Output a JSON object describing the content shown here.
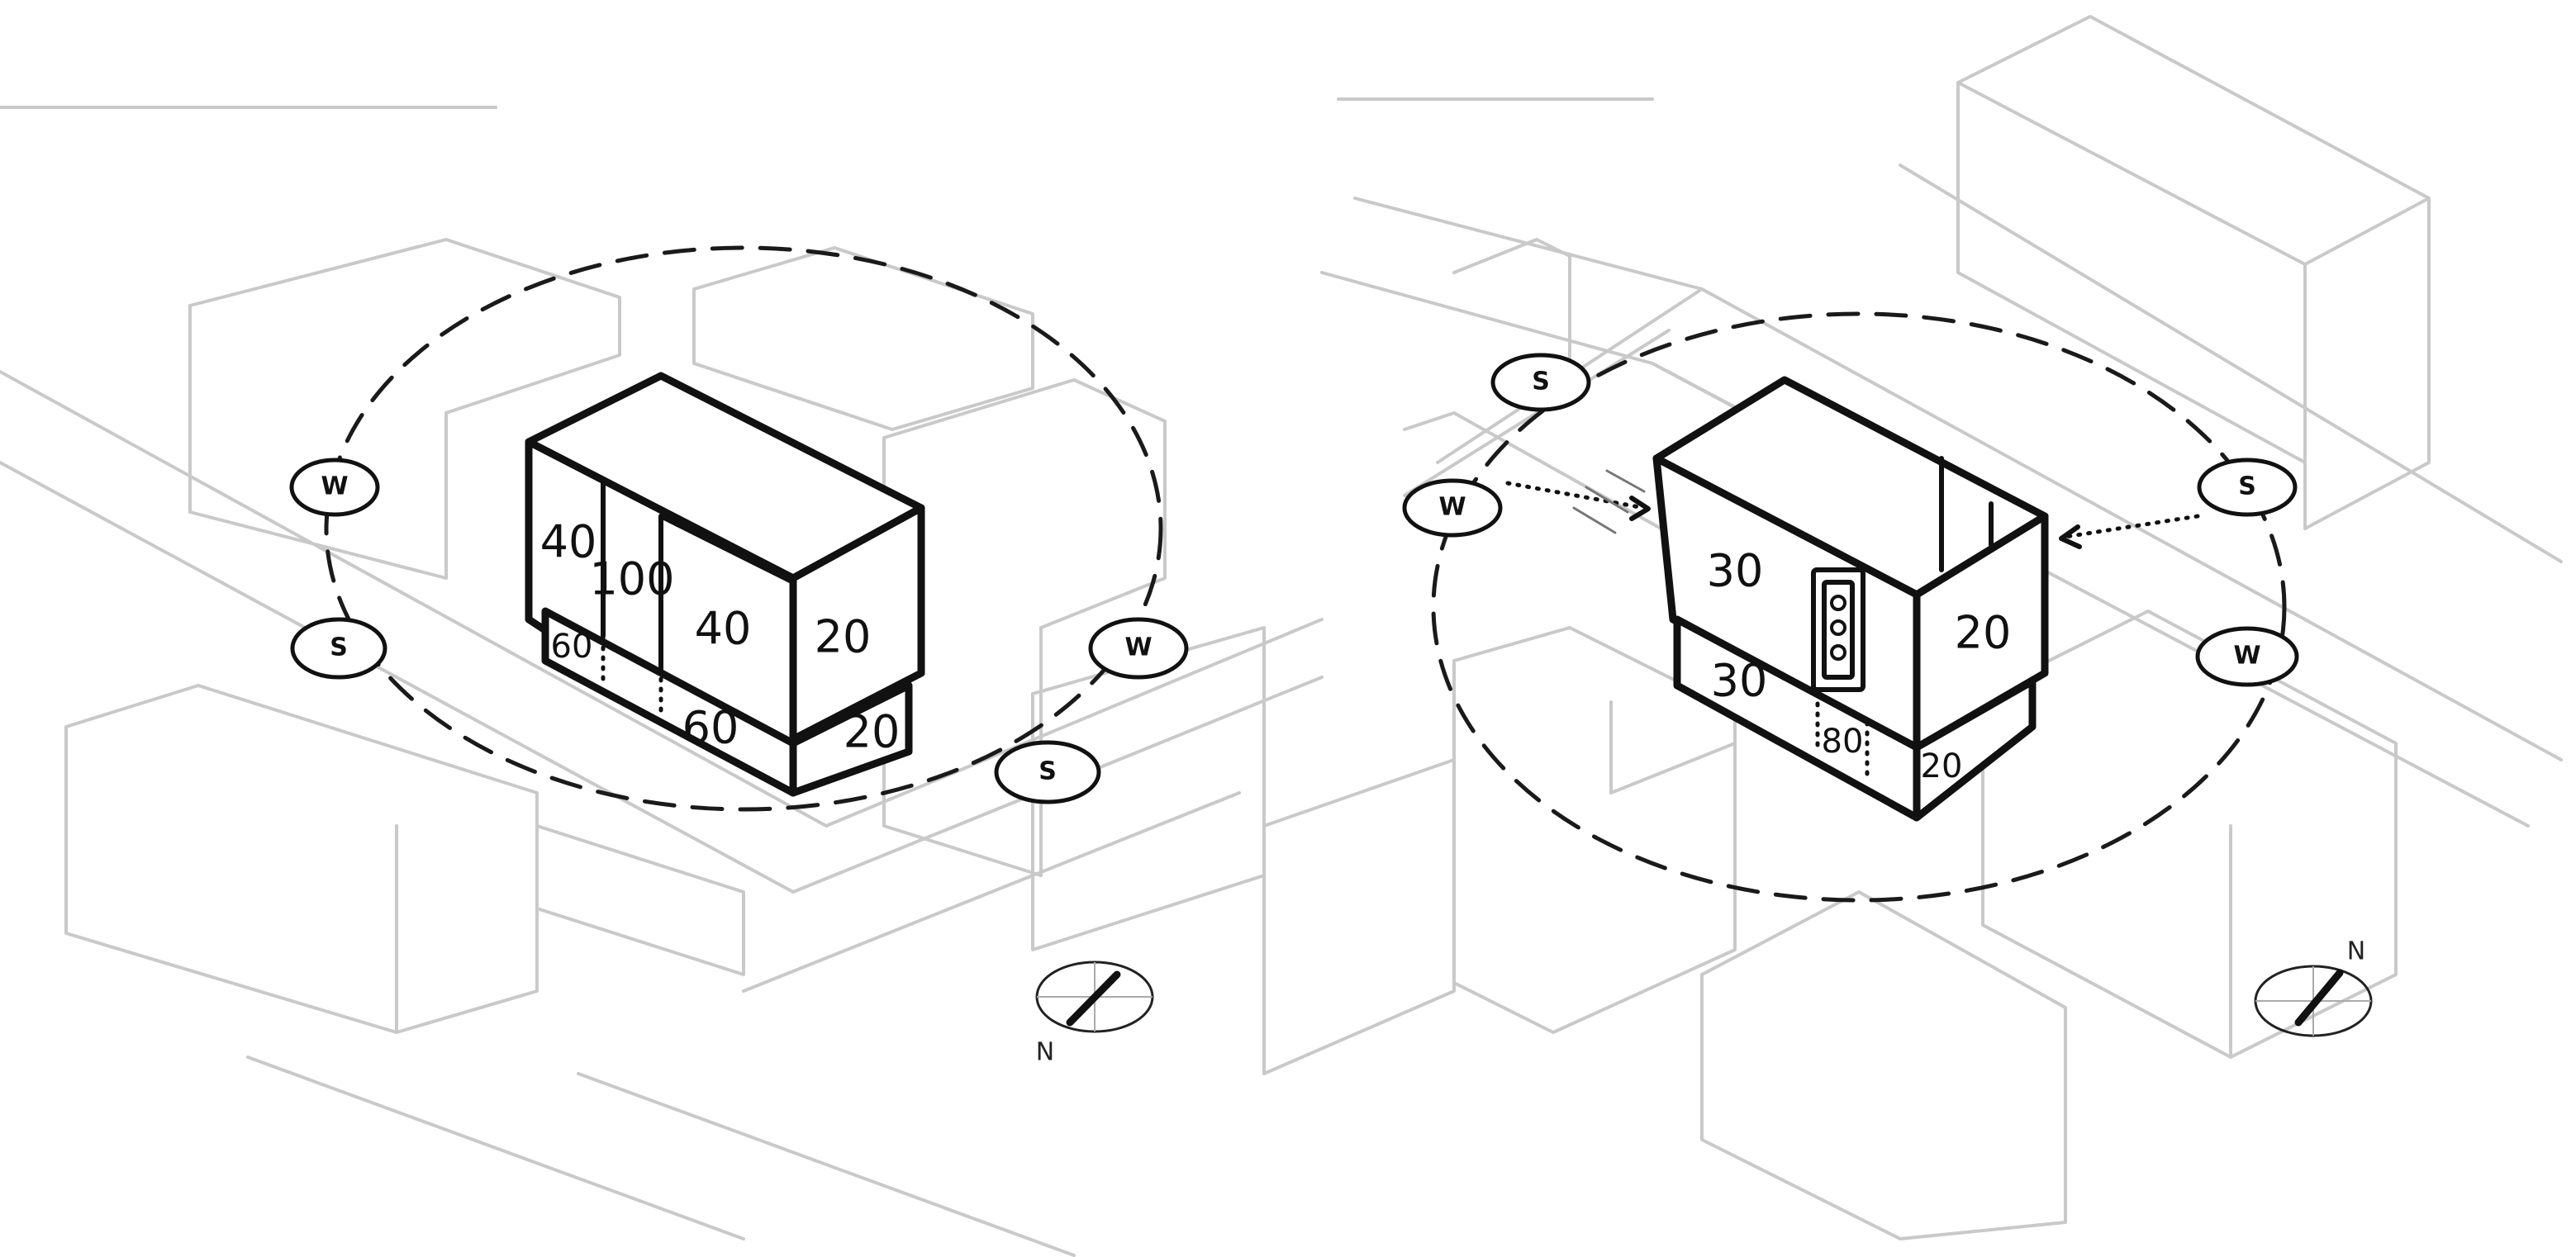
{
  "diagrams": [
    {
      "id": "left",
      "labels": {
        "top_left_face": "40",
        "tall_strip": "100",
        "front_face": "40",
        "side_face": "20",
        "base_left": "60",
        "base_front": "60",
        "base_side": "20"
      },
      "tags": [
        "W",
        "S",
        "W",
        "S"
      ],
      "north": "N"
    },
    {
      "id": "right",
      "labels": {
        "front_face": "30",
        "side_face": "20",
        "base_front": "30",
        "base_mid": "80",
        "base_side": "20"
      },
      "tags": [
        "S",
        "W",
        "S",
        "W"
      ],
      "north": "N"
    }
  ]
}
